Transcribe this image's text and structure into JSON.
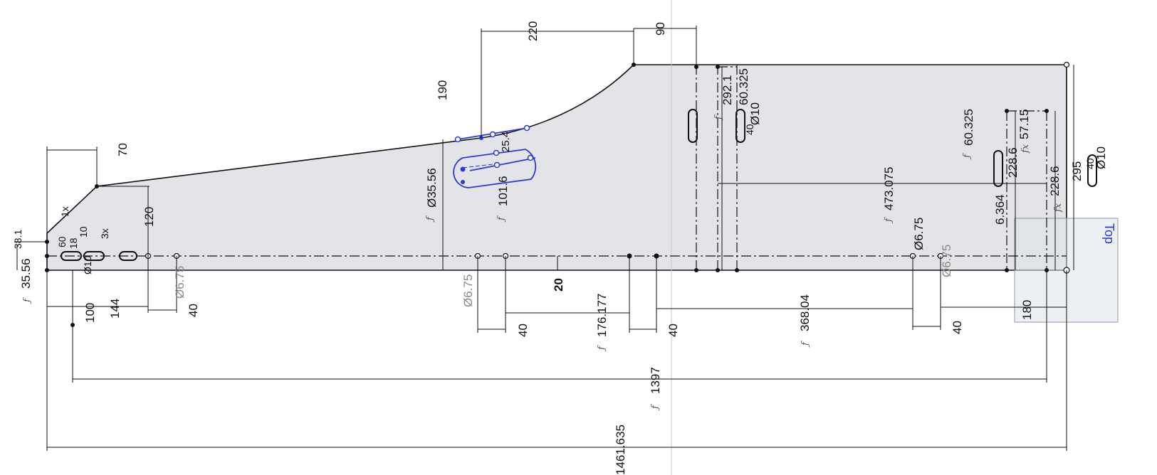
{
  "view": {
    "label": "Top",
    "colors": {
      "region": "#e2e4e7",
      "edge": "#111111",
      "selection": "#2b3bd1",
      "view_cube": "#dfe3ea",
      "background": "#ffffff"
    }
  },
  "dims": {
    "d220": "220",
    "d90": "90",
    "d190": "190",
    "d70": "70",
    "d120": "120",
    "d35_56": "Ø35.56",
    "d101_6": "101.6",
    "d25_4": "25.4",
    "d292_1": "292.1",
    "d60_325a": "60.325",
    "d10a": "Ø10",
    "d40a": "40",
    "d60_325b": "60.325",
    "d57_15": "57.15",
    "d228_6a": "228.6",
    "d228_6b": "228.6",
    "d295": "295",
    "d10b": "Ø10",
    "d40b": "40",
    "d473_075": "473.075",
    "d6_364": "6.364",
    "d6_75a": "Ø6.75",
    "d6_75b": "Ø6.75",
    "d6_75c": "Ø6.75",
    "d6_75d": "Ø6.75",
    "d20": "20",
    "d35_56b": "35.56",
    "d38_1": "38.1",
    "d60": "60",
    "d1x": "1x",
    "d3x": "3x",
    "d18": "18",
    "d10c": "10",
    "d10d": "Ø10",
    "d100": "100",
    "d144": "144",
    "d40c": "40",
    "d40d": "40",
    "d176_177": "176.177",
    "d40e": "40",
    "d368_04": "368.04",
    "d40f": "40",
    "d180": "180",
    "d1397": "1397",
    "d1461_635": "1461.635"
  }
}
